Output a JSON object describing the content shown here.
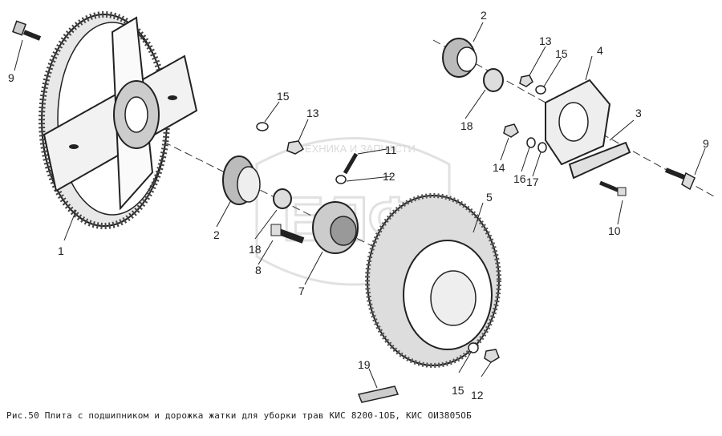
{
  "callouts": {
    "n1": "1",
    "n2a": "2",
    "n2b": "2",
    "n3": "3",
    "n4": "4",
    "n5": "5",
    "n7": "7",
    "n8": "8",
    "n9a": "9",
    "n9b": "9",
    "n10": "10",
    "n11": "11",
    "n12a": "12",
    "n12b": "12",
    "n13a": "13",
    "n13b": "13",
    "n14": "14",
    "n15a": "15",
    "n15b": "15",
    "n15c": "15",
    "n16": "16",
    "n17": "17",
    "n18a": "18",
    "n18b": "18",
    "n19": "19"
  },
  "watermark": {
    "line1": "ТЕХНИКА И ЗАПЧАСТИ",
    "logo": "ЕЛФ"
  },
  "caption": "Рис.50 Плита с подшипником и дорожка жатки для уборки трав КИС 8200-1ОБ, КИС ОИ3805ОБ",
  "colors": {
    "ink": "#222222",
    "watermark": "#c9c9c9"
  }
}
